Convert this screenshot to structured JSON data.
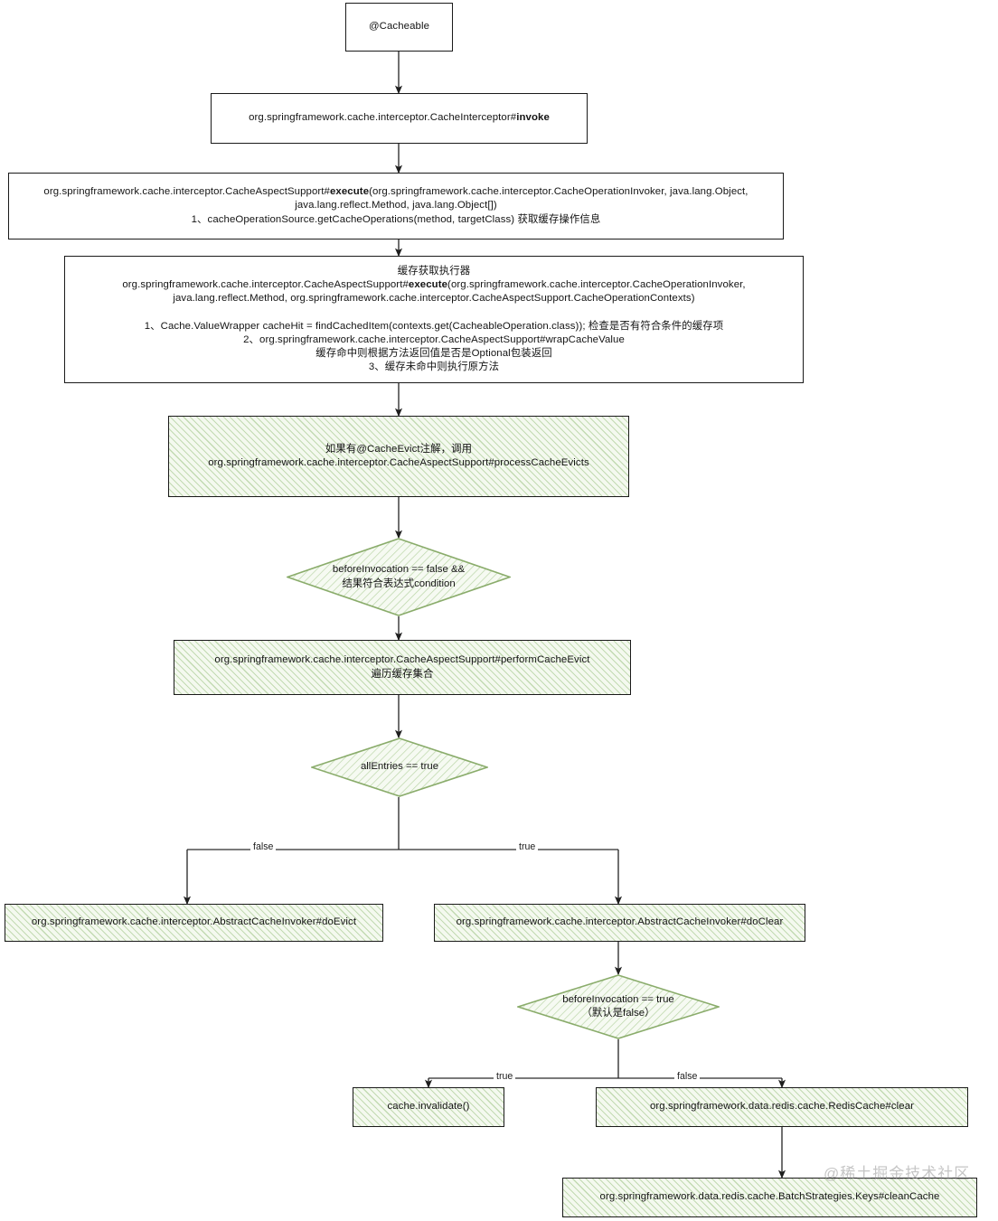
{
  "diagram": {
    "title": "Spring Cache @Cacheable / @CacheEvict flow",
    "colors": {
      "node_border": "#1a1a1a",
      "green_fill": "#f4f9ef",
      "green_hatch": "#7eb05e",
      "edge": "#2b2b2b",
      "text": "#141414"
    },
    "watermark": "@稀土掘金技术社区",
    "nodes": [
      {
        "id": "cacheable",
        "type": "rect-plain",
        "text": "@Cacheable"
      },
      {
        "id": "cache-interceptor-invoke",
        "type": "rect-plain",
        "text_prefix": "org.springframework.cache.interceptor.CacheInterceptor#",
        "text_bold": "invoke"
      },
      {
        "id": "cache-aspect-support-execute",
        "type": "rect-plain",
        "line1_prefix": "org.springframework.cache.interceptor.CacheAspectSupport#",
        "line1_bold": "execute",
        "line1_suffix": "(org.springframework.cache.interceptor.CacheOperationInvoker, java.lang.Object,",
        "line2": "java.lang.reflect.Method, java.lang.Object[])",
        "line3": "1、cacheOperationSource.getCacheOperations(method, targetClass) 获取缓存操作信息"
      },
      {
        "id": "cache-executor",
        "type": "rect-plain",
        "line1": "缓存获取执行器",
        "line2_prefix": "org.springframework.cache.interceptor.CacheAspectSupport#",
        "line2_bold": "execute",
        "line2_suffix": "(org.springframework.cache.interceptor.CacheOperationInvoker,",
        "line3": "java.lang.reflect.Method, org.springframework.cache.interceptor.CacheAspectSupport.CacheOperationContexts)",
        "line4": "1、Cache.ValueWrapper cacheHit = findCachedItem(contexts.get(CacheableOperation.class)); 检查是否有符合条件的缓存项",
        "line5": "2、org.springframework.cache.interceptor.CacheAspectSupport#wrapCacheValue",
        "line6": "缓存命中则根据方法返回值是否是Optional包装返回",
        "line7": "3、缓存未命中则执行原方法"
      },
      {
        "id": "process-cache-evicts",
        "type": "rect-green",
        "text": "如果有@CacheEvict注解，调用\norg.springframework.cache.interceptor.CacheAspectSupport#processCacheEvicts"
      },
      {
        "id": "decision-before-invocation-false",
        "type": "diamond",
        "text": "beforeInvocation == false &&\n结果符合表达式condition"
      },
      {
        "id": "perform-cache-evict",
        "type": "rect-green",
        "text": "org.springframework.cache.interceptor.CacheAspectSupport#performCacheEvict\n遍历缓存集合"
      },
      {
        "id": "decision-all-entries",
        "type": "diamond",
        "text": "allEntries == true"
      },
      {
        "id": "do-evict",
        "type": "rect-green",
        "text": "org.springframework.cache.interceptor.AbstractCacheInvoker#doEvict"
      },
      {
        "id": "do-clear",
        "type": "rect-green",
        "text": "org.springframework.cache.interceptor.AbstractCacheInvoker#doClear"
      },
      {
        "id": "decision-before-invocation-true",
        "type": "diamond",
        "text": "beforeInvocation == true\n（默认是false）"
      },
      {
        "id": "cache-invalidate",
        "type": "rect-green",
        "text": "cache.invalidate()"
      },
      {
        "id": "redis-cache-clear",
        "type": "rect-green",
        "text": "org.springframework.data.redis.cache.RedisCache#clear"
      },
      {
        "id": "batch-strategies-clean-cache",
        "type": "rect-green",
        "text": "org.springframework.data.redis.cache.BatchStrategies.Keys#cleanCache"
      }
    ],
    "edge_labels": {
      "all_entries_false": "false",
      "all_entries_true": "true",
      "before_invocation_true": "true",
      "before_invocation_false": "false"
    }
  }
}
